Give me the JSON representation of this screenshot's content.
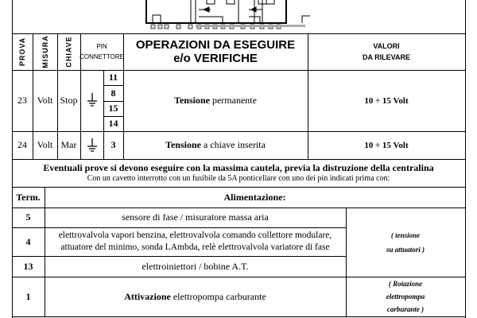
{
  "header": {
    "prova": "PROVA",
    "misura": "MISURA",
    "chiave": "CHIAVE",
    "pin1": "PIN",
    "pin2": "CONNETTORE",
    "ops1": "OPERAZIONI DA ESEGUIRE",
    "ops2": "e/o VERIFICHE",
    "val1": "VALORI",
    "val2": "DA RILEVARE"
  },
  "rows": [
    {
      "prova": "23",
      "misura": "Volt",
      "chiave": "Stop",
      "pins": [
        "11",
        "8",
        "15",
        "14"
      ],
      "op_bold": "Tensione",
      "op_rest": " permanente",
      "valore": "10 ÷ 15 Volt"
    },
    {
      "prova": "24",
      "misura": "Volt",
      "chiave": "Mar",
      "pins": [
        "3"
      ],
      "op_bold": "Tensione",
      "op_rest": " a chiave inserita",
      "valore": "10 ÷ 15 Volt"
    }
  ],
  "warning": {
    "title": "Eventuali prove si devono eseguire con la massima cautela, previa la distruzione della centralina",
    "subtitle": "Con un cavetto interrotto con un fusibile da 5A ponticellare con uno dei pin indicati prima con:"
  },
  "term_table": {
    "col_term": "Term.",
    "col_alim": "Alimentazione:",
    "rows": [
      {
        "term": "5",
        "text": "sensore di fase  /  misuratore massa aria"
      },
      {
        "term": "4",
        "text1": "elettrovalvola vapori benzina,  elettrovalvola comando collettore modulare,",
        "text2": "attuatore del minimo, sonda LAmbda, relè elettrovalvola variatore di fase"
      },
      {
        "term": "13",
        "text": "elettroiniettori / bobine A.T."
      },
      {
        "term": "1",
        "bold": "Attivazione",
        "rest": " elettropompa carburante"
      }
    ],
    "note1a": "( tensione",
    "note1b": "su attuatori )",
    "note2a": "( Rotazione",
    "note2b": "elettropompa",
    "note2c": "carburante )"
  }
}
